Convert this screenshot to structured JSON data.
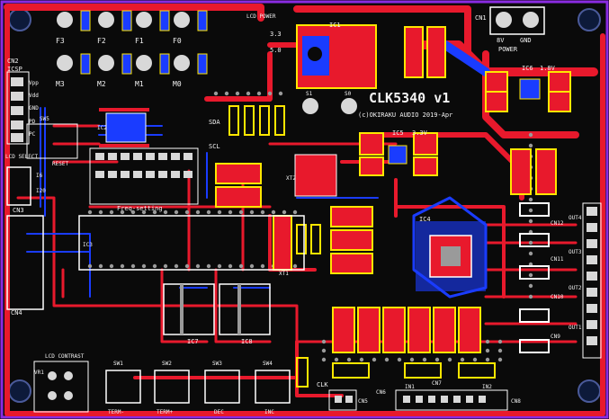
{
  "board": {
    "title": "CLK5340 v1",
    "copyright": "(c)OKIRAKU AUDIO 2019-Apr",
    "colors": {
      "outline": "#8a2be2",
      "top_copper": "#e8192c",
      "bottom_copper": "#1a3cff",
      "silk": "#ffffff",
      "silk_box": "#ffe600",
      "via": "#9a9a9a",
      "pad": "#cfcfcf",
      "bg": "#0a0a0a"
    }
  },
  "labels": {
    "f3": "F3",
    "f2": "F2",
    "f1": "F1",
    "f0": "F0",
    "m3": "M3",
    "m2": "M2",
    "m1": "M1",
    "m0": "M0",
    "lcd_power": "LCD POWER",
    "lcd_33": "3.3",
    "lcd_50": "5.0",
    "ic1": "IC1",
    "cn1": "CN1",
    "power": "POWER",
    "v8": "8V",
    "gnd": "GND",
    "cn2": "CN2",
    "icsp": "ICSP",
    "vpp": "Vpp",
    "vdd": "Vdd",
    "gnd2": "GND",
    "pd": "PD",
    "pc": "PC",
    "sw5": "SW5",
    "reset": "RESET",
    "ic2": "IC2",
    "s1": "S1",
    "s0": "S0",
    "sda": "SDA",
    "scl": "SCL",
    "ic6": "IC6",
    "v18": "1.8V",
    "ic5": "IC5",
    "v33": "3.3V",
    "ic4": "IC4",
    "lcd_select": "LCD SELECT",
    "i16": "I6",
    "i20": "I20",
    "cn3": "CN3",
    "cn4": "CN4",
    "freq_setting": "Freq-setting",
    "xt1": "XT1",
    "xt2": "XT2",
    "ic3": "IC3",
    "ic7": "IC7",
    "ic8": "IC8",
    "cn12": "CN12",
    "cn11": "CN11",
    "cn10": "CN10",
    "cn9": "CN9",
    "out1": "OUT1",
    "out2": "OUT2",
    "out3": "OUT3",
    "out4": "OUT4",
    "lcd_contrast": "LCD CONTRAST",
    "vr1": "VR1",
    "sw1": "SW1",
    "sw2": "SW2",
    "sw3": "SW3",
    "sw4": "SW4",
    "term_minus": "TERM-",
    "term_plus": "TERM+",
    "dec": "DEC",
    "inc": "INC",
    "clk": "CLK",
    "cn5": "CN5",
    "cn6": "CN6",
    "cn7": "CN7",
    "cn8": "CN8",
    "in1": "IN1",
    "in2": "IN2"
  }
}
